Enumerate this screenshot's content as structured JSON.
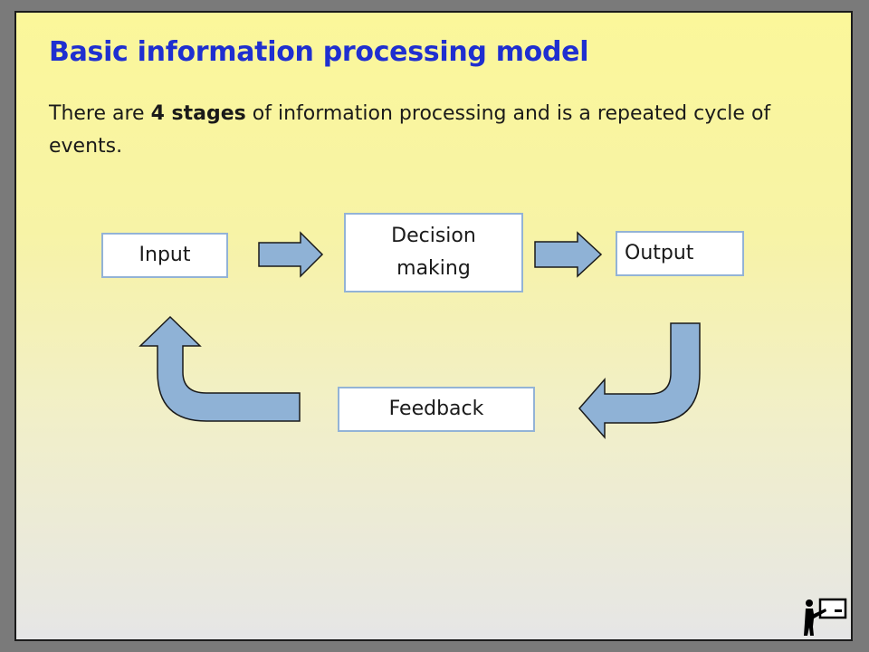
{
  "slide": {
    "title": "Basic information processing model",
    "intro": {
      "before": "There are ",
      "bold": "4 stages",
      "after": " of information processing and is a repeated cycle of events."
    }
  },
  "diagram": {
    "stages": {
      "input": "Input",
      "decision_line1": "Decision",
      "decision_line2": "making",
      "output": "Output",
      "feedback": "Feedback"
    },
    "arrow_fill": "#8fb2d6",
    "arrow_stroke": "#1a1a1a",
    "box_border": "#93b3d6"
  },
  "colors": {
    "title": "#1f2fd0",
    "background_top": "#fbf79a",
    "background_bottom": "#e6e6e6"
  },
  "icons": {
    "presenter": "teacher-at-board-icon"
  }
}
